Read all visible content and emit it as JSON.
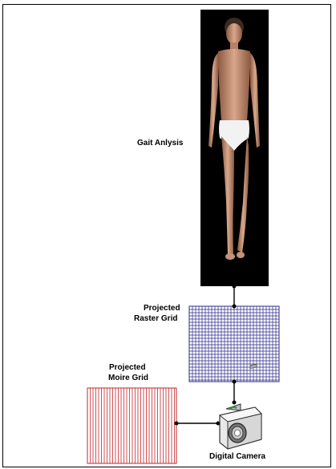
{
  "labels": {
    "gait": "Gait Anlysis",
    "raster_line1": "Projected",
    "raster_line2": "Raster Grid",
    "moire_line1": "Projected",
    "moire_line2": "Moire Grid",
    "camera": "Digital Camera"
  },
  "icons": {
    "camera": "camera-icon"
  },
  "colors": {
    "raster_grid": "#2a2a8a",
    "moire_grid": "#c2272d",
    "connector": "#000000",
    "photo_background": "#000000"
  }
}
